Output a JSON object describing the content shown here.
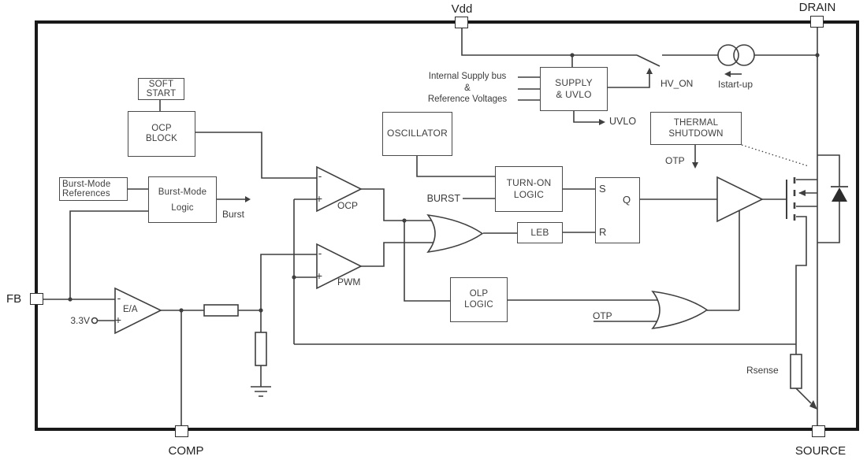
{
  "pins": {
    "vdd": "Vdd",
    "drain": "DRAIN",
    "fb": "FB",
    "comp": "COMP",
    "source": "SOURCE"
  },
  "blocks": {
    "soft_start": {
      "line1": "SOFT",
      "line2": "START"
    },
    "ocp_block": {
      "line1": "OCP",
      "line2": "BLOCK"
    },
    "burst_refs": {
      "line1": "Burst-Mode",
      "line2": "References"
    },
    "burst_logic": {
      "line1": "Burst-Mode",
      "line2": "Logic"
    },
    "oscillator": {
      "line1": "OSCILLATOR"
    },
    "supply_uvlo": {
      "line1": "SUPPLY",
      "line2": "& UVLO"
    },
    "thermal_shutdown": {
      "line1": "THERMAL",
      "line2": "SHUTDOWN"
    },
    "turn_on_logic": {
      "line1": "TURN-ON",
      "line2": "LOGIC"
    },
    "leb": {
      "line1": "LEB"
    },
    "olp_logic": {
      "line1": "OLP",
      "line2": "LOGIC"
    }
  },
  "latch": {
    "s": "S",
    "q": "Q",
    "r": "R"
  },
  "comparators": {
    "ocp": {
      "label": "OCP",
      "minus": "-",
      "plus": "+"
    },
    "pwm": {
      "label": "PWM",
      "minus": "-",
      "plus": "+"
    },
    "ea": {
      "label": "E/A",
      "minus": "-",
      "plus": "+"
    }
  },
  "signals": {
    "supply_text": {
      "line1": "Internal Supply bus",
      "line2": "&",
      "line3": "Reference Voltages"
    },
    "hv_on": "HV_ON",
    "istartup": "Istart-up",
    "uvlo": "UVLO",
    "otp_thermal": "OTP",
    "otp_gate": "OTP",
    "burst_in": "BURST",
    "burst_out": "Burst",
    "vref": "3.3V",
    "rsense": "Rsense"
  },
  "colors": {
    "wire": "#3f3f3f",
    "border": "#191919",
    "background": "#ffffff"
  }
}
